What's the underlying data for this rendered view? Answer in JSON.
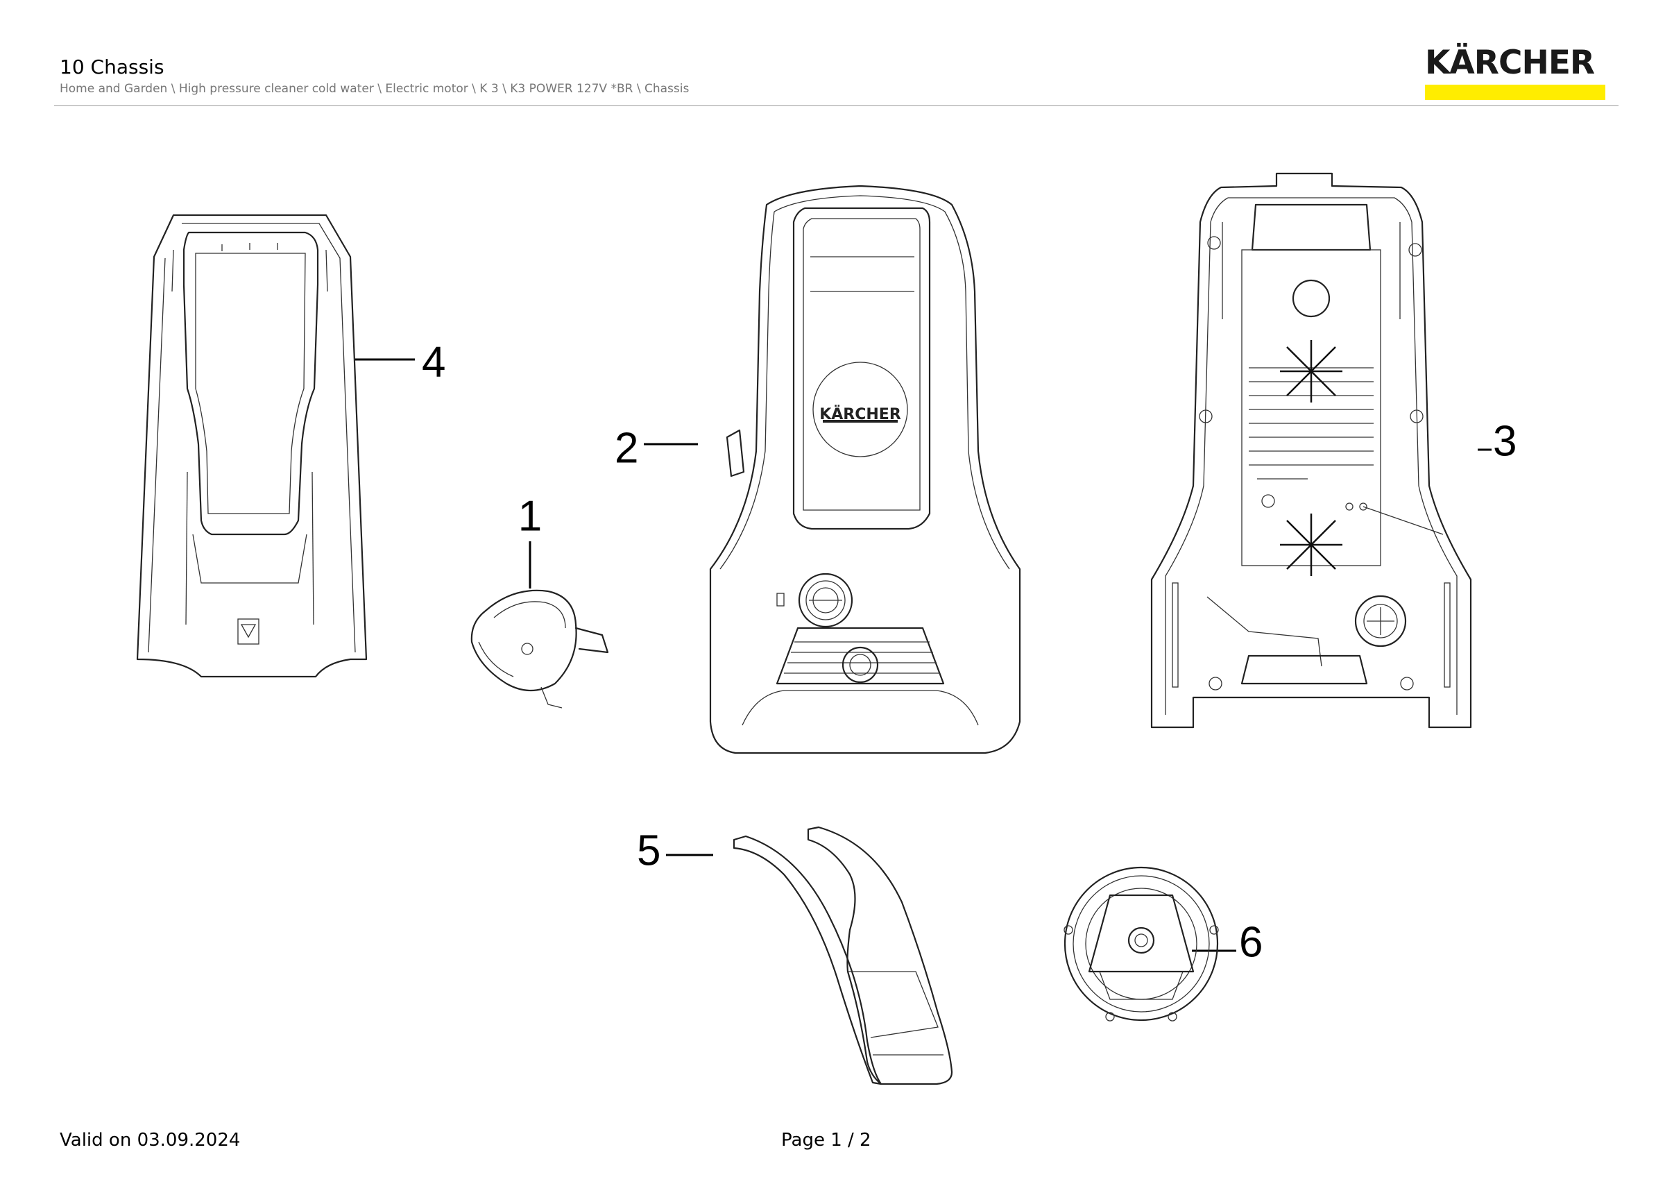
{
  "header": {
    "title": "10 Chassis",
    "breadcrumb": "Home and Garden \\ High pressure cleaner cold water \\ Electric motor \\ K 3 \\ K3 POWER 127V *BR \\ Chassis"
  },
  "logo": {
    "text": "KÄRCHER",
    "bar_color": "#ffed00"
  },
  "diagram": {
    "parts": [
      {
        "callout": "1"
      },
      {
        "callout": "2"
      },
      {
        "callout": "3"
      },
      {
        "callout": "4"
      },
      {
        "callout": "5"
      },
      {
        "callout": "6"
      }
    ],
    "front_logo_text": "KÄRCHER"
  },
  "footer": {
    "valid": "Valid on 03.09.2024",
    "page": "Page 1 / 2"
  }
}
